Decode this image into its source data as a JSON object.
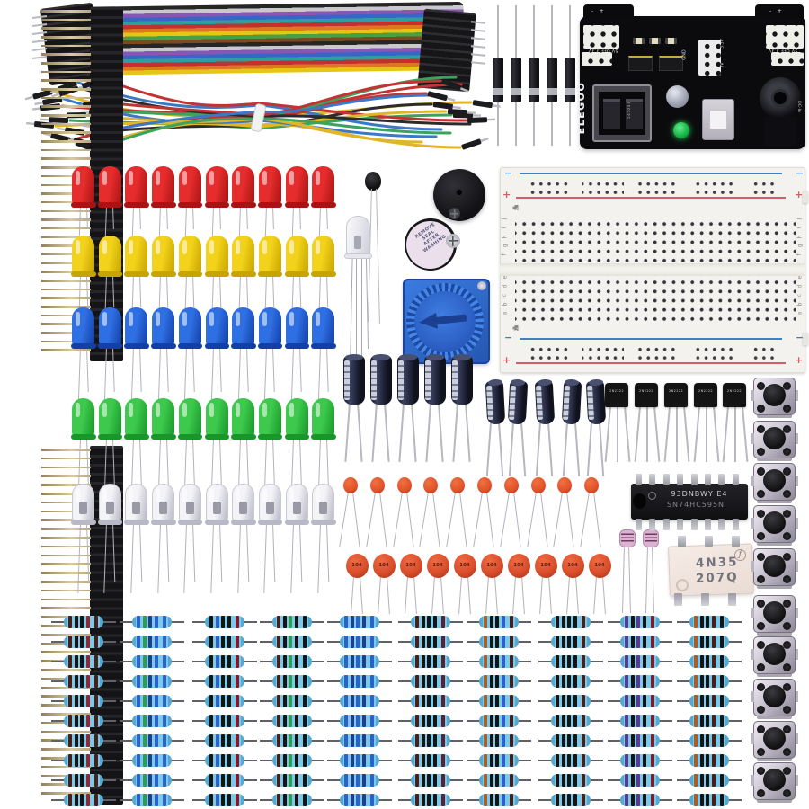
{
  "meta": {
    "description": "Electronics starter kit components laid out on a white background",
    "background_color": "#ffffff"
  },
  "pin_headers": {
    "name": "40-pin male pin header strip",
    "count": 2,
    "pins_per_strip": 40,
    "body_color": "#141416",
    "pin_light": "#d9caa0",
    "pin_dark": "#93815c"
  },
  "ribbon_cable": {
    "name": "rainbow dupont ribbon cable",
    "connector_color": "#161618",
    "stripe_colors": [
      "#262626",
      "#c8c8ce",
      "#8a56b4",
      "#3866c6",
      "#2f9e9e",
      "#c23030",
      "#de7820",
      "#e6c614",
      "#46a048",
      "#7a4a22",
      "#262626",
      "#c8c8ce",
      "#8a56b4",
      "#3866c6",
      "#2f9e9e",
      "#c23030",
      "#de7820",
      "#e6c614"
    ]
  },
  "jumper_bundle": {
    "name": "male-to-male breadboard jumper wires",
    "tie_color": "#f2f2f0",
    "wire_colors": [
      "#dfb62a",
      "#c23434",
      "#3b78c8",
      "#3aa45e",
      "#2b2b2b"
    ]
  },
  "leds": {
    "name": "5mm LEDs",
    "per_row": 10,
    "rows": [
      {
        "color_name": "red",
        "body": "#e62c2c",
        "shade": "#a81414",
        "leg_len": 38
      },
      {
        "color_name": "yellow",
        "body": "#f2d21a",
        "shade": "#c8a400",
        "leg_len": 48
      },
      {
        "color_name": "blue",
        "body": "#2f6fe4",
        "shade": "#1340a8",
        "leg_len": 62
      },
      {
        "color_name": "green",
        "body": "#3cc94c",
        "shade": "#18962a",
        "leg_len": 71
      },
      {
        "color_name": "white",
        "body": "#f4f4f8",
        "shade": "#b9b9c6",
        "leg_len": 78
      }
    ]
  },
  "rgb_led": {
    "name": "RGB LED clear 4-pin",
    "legs": 4
  },
  "thermistor": {
    "name": "thermistor",
    "bead_color": "#141414"
  },
  "buzzers": {
    "passive": {
      "name": "passive buzzer",
      "color": "#17171b"
    },
    "active": {
      "name": "active buzzer with seal",
      "sticker_text": "REMOVE SEAL AFTER WASHING",
      "sticker_color": "#ebdfeb",
      "text_color": "#5c5c80"
    }
  },
  "potentiometer": {
    "name": "blue trim potentiometer",
    "body_color": "#2f6cc8"
  },
  "diodes": {
    "name": "rectifier diodes",
    "count": 5,
    "body": "#101014",
    "band": "#c2c2ca"
  },
  "power_module": {
    "name": "breadboard power supply module",
    "board_color": "#0b0b0d",
    "brand": "ELEGOO",
    "serial": "545043",
    "polarity": "-  +",
    "label_left": "5V OFF 3.3V",
    "label_right": "5V OFF 3.3V",
    "label_gnd": "GND",
    "label_33": "3.3V",
    "label_5": "5V",
    "label_dc": "DC-In",
    "led_color": "#19b24b"
  },
  "breadboard": {
    "name": "830-point solderless breadboard",
    "body_color": "#f4f2ee",
    "rail_minus": "−",
    "rail_plus": "+",
    "blue": "#4080c4",
    "red": "#d06068",
    "column_count": 30,
    "letters_top": [
      "j",
      "i",
      "h",
      "g",
      "f"
    ],
    "letters_bottom": [
      "e",
      "d",
      "c",
      "b",
      "a"
    ]
  },
  "electrolytic_caps": {
    "name": "electrolytic capacitors",
    "large_count": 5,
    "small_count": 5,
    "body": "#171a2c",
    "stripe": "#dde1ec"
  },
  "transistors": {
    "name": "TO-92 transistors",
    "count": 5,
    "marking": "2N2222",
    "body": "#141414"
  },
  "ceramic_caps": {
    "name": "ceramic disc capacitors",
    "small_count": 10,
    "large_count": 10,
    "marking": "104",
    "disc_small": "#e2522a",
    "disc_large": "#d94e2c",
    "text_color": "#5e1c10"
  },
  "photoresistors": {
    "name": "photoresistor LDR",
    "count": 2,
    "head": "#dcb2d2"
  },
  "ic_shift_register": {
    "name": "shift register DIP-16",
    "line1": "93DNBWY E4",
    "line2": "SN74HC595N"
  },
  "ic_optocoupler": {
    "name": "optocoupler DIP-6",
    "line1": "4N35",
    "line2": "207Q"
  },
  "tactile_buttons": {
    "name": "tactile push buttons",
    "count": 10,
    "cap": "#101010"
  },
  "resistors": {
    "name": "metal film resistors",
    "rows": 10,
    "columns": 10,
    "body": "#7cc9ea",
    "body_end": "#56aad2",
    "lead": "#606066",
    "band_sets": [
      [
        "#47201a",
        "#151515",
        "#151515",
        "#8c2a38",
        "#47201a"
      ],
      [
        "#2a62c8",
        "#2f9e52",
        "#1c3f8e",
        "#2a62c8",
        "#2a62c8"
      ],
      [
        "#151515",
        "#2a62c8",
        "#151515",
        "#151515",
        "#7c1c2c"
      ],
      [
        "#47201a",
        "#151515",
        "#2f9e52",
        "#151515",
        "#151515"
      ],
      [
        "#2a62c8",
        "#1c3f8e",
        "#2a62c8",
        "#1c3f8e",
        "#2a62c8"
      ],
      [
        "#47201a",
        "#151515",
        "#151515",
        "#151515",
        "#5c2030"
      ],
      [
        "#a0622a",
        "#151515",
        "#151515",
        "#2a62c8",
        "#47201a"
      ],
      [
        "#151515",
        "#151515",
        "#151515",
        "#151515",
        "#47201a"
      ],
      [
        "#5a3a8e",
        "#151515",
        "#5a3a8e",
        "#151515",
        "#7c1c2c"
      ],
      [
        "#a85c28",
        "#151515",
        "#151515",
        "#47201a",
        "#151515"
      ]
    ]
  }
}
